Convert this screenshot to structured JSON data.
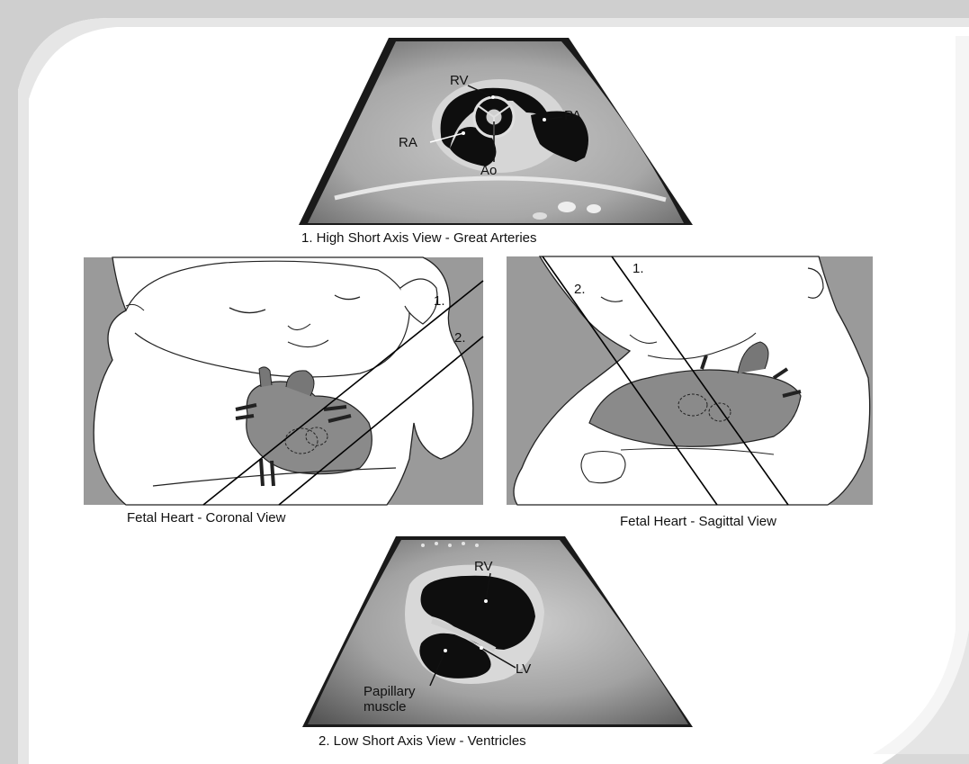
{
  "top_panel": {
    "caption": "1. High Short Axis View - Great Arteries",
    "labels": {
      "rv": "RV",
      "pa": "PA",
      "ra": "RA",
      "ao": "Ao"
    }
  },
  "coronal_panel": {
    "caption": "Fetal Heart - Coronal View",
    "labels": {
      "line1": "1.",
      "line2": "2."
    }
  },
  "sagittal_panel": {
    "caption": "Fetal Heart - Sagittal View",
    "labels": {
      "line1": "1.",
      "line2": "2."
    }
  },
  "bottom_panel": {
    "caption": "2. Low Short Axis View - Ventricles",
    "labels": {
      "rv": "RV",
      "lv": "LV",
      "papillary_line1": "Papillary",
      "papillary_line2": "muscle"
    }
  },
  "colors": {
    "panel_gray": "#9a9a9a",
    "ultrasound_bg": "#2a2a2a",
    "ultrasound_tissue": "#b8b8b8",
    "chamber": "#0e0e0e"
  }
}
